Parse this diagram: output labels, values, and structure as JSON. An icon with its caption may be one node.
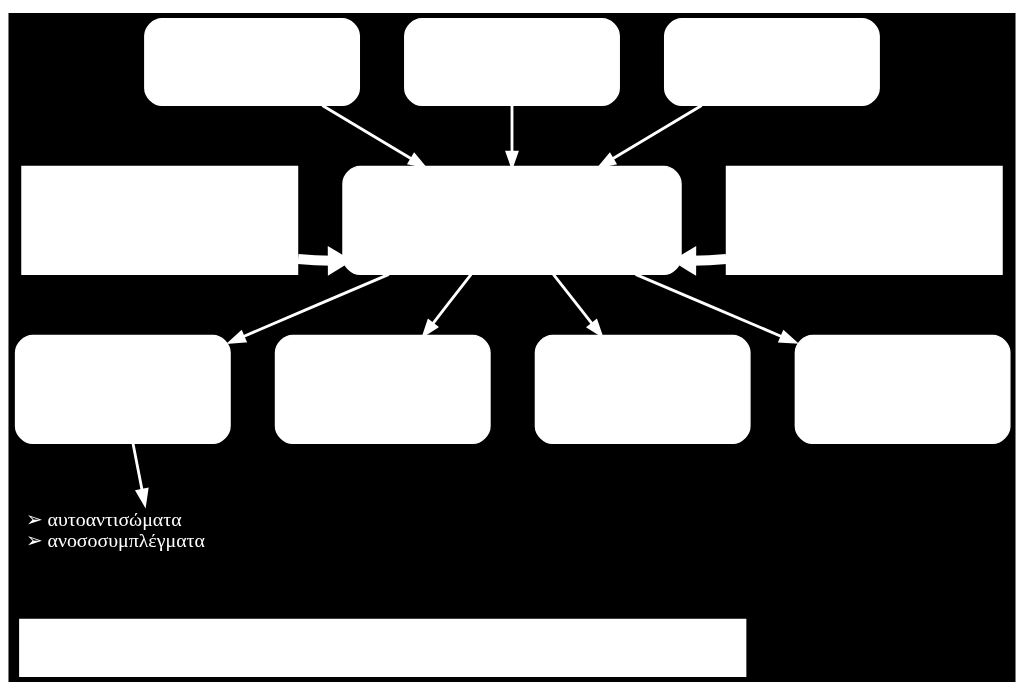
{
  "diagram": {
    "nodes": [
      {
        "text": [],
        "shape": "box"
      },
      {
        "text": [],
        "shape": "box"
      },
      {
        "text": [],
        "shape": "box"
      },
      {
        "text": [],
        "shape": "box"
      },
      {
        "text": [],
        "shape": "box"
      },
      {
        "text": [],
        "shape": "box"
      },
      {
        "text": [],
        "shape": "box"
      },
      {
        "text": [],
        "shape": "box"
      },
      {
        "text": [],
        "shape": "box"
      },
      {
        "text": [],
        "shape": "box"
      },
      {
        "text": [
          "➢ αυτοαντισώματα",
          "➢ ανοσοσυμπλέγματα"
        ]
      },
      {
        "text": [],
        "shape": "box"
      }
    ],
    "edges": [
      {
        "from": 0,
        "to": 4,
        "arrow": "to"
      },
      {
        "from": 1,
        "to": 4,
        "arrow": "to"
      },
      {
        "from": 2,
        "to": 4,
        "arrow": "to"
      },
      {
        "from": 3,
        "to": 4,
        "arrow": "to",
        "style": "thick"
      },
      {
        "from": 5,
        "to": 4,
        "arrow": "to",
        "style": "thick"
      },
      {
        "from": 4,
        "to": 6,
        "arrow": "to"
      },
      {
        "from": 4,
        "to": 7,
        "arrow": "to"
      },
      {
        "from": 4,
        "to": 8,
        "arrow": "to"
      },
      {
        "from": 4,
        "to": 9,
        "arrow": "to"
      },
      {
        "from": 6,
        "to": 10,
        "arrow": "to"
      }
    ]
  }
}
